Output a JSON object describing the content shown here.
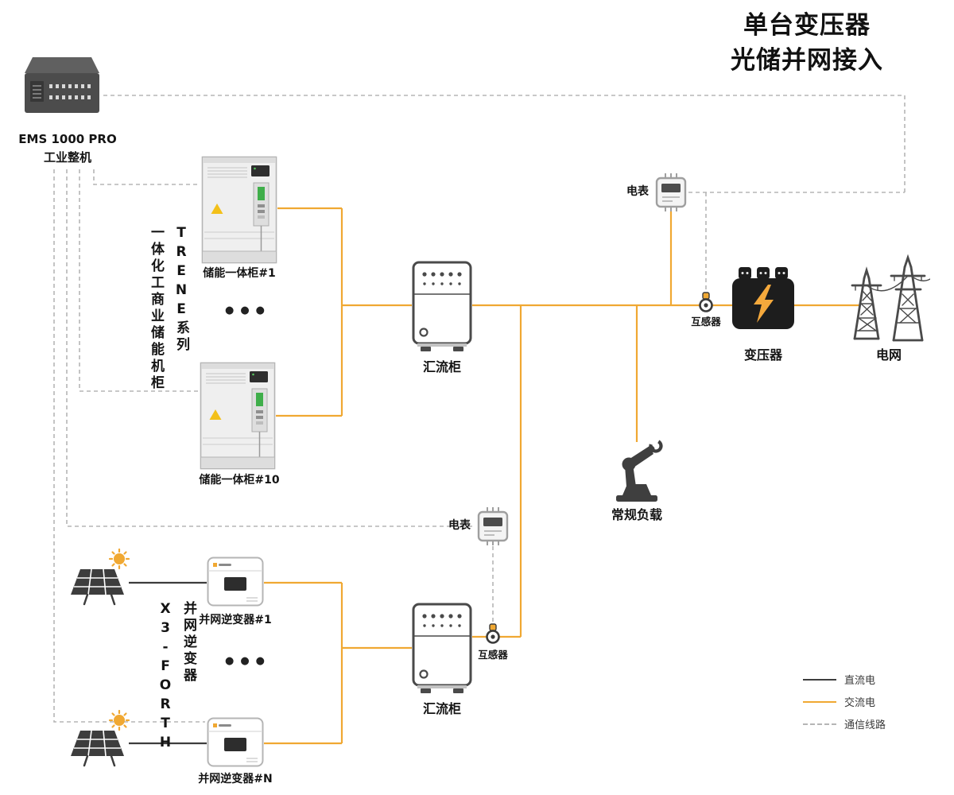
{
  "title": {
    "line1": "单台变压器",
    "line2": "光储并网接入"
  },
  "ems": {
    "model": "EMS 1000 PRO",
    "type": "工业整机"
  },
  "storage": {
    "series_cn": "一体化工商业储能机柜",
    "series_name": "TRENE系列",
    "cabinet_first": "储能一体柜#1",
    "cabinet_last": "储能一体柜#10",
    "ellipsis": "●●●"
  },
  "pv": {
    "series_name": "X3-FORTH",
    "series_cn": "并网逆变器",
    "inverter_first": "并网逆变器#1",
    "inverter_last": "并网逆变器#N",
    "ellipsis": "●●●"
  },
  "combiner_top": {
    "label": "汇流柜"
  },
  "combiner_bottom": {
    "label": "汇流柜"
  },
  "meter_top": {
    "label": "电表"
  },
  "meter_bottom": {
    "label": "电表"
  },
  "ct_top": {
    "label": "互感器"
  },
  "ct_bottom": {
    "label": "互感器"
  },
  "transformer": {
    "label": "变压器"
  },
  "grid": {
    "label": "电网"
  },
  "load": {
    "label": "常规负载"
  },
  "legend": {
    "dc": "直流电",
    "ac": "交流电",
    "comm": "通信线路"
  },
  "colors": {
    "ac": "#F0A832",
    "dc": "#3D3D3D",
    "comm": "#B5B5B5",
    "icon_dark": "#4A4A4A",
    "led_green": "#3FAE4A",
    "warning_yellow": "#F3C019"
  }
}
